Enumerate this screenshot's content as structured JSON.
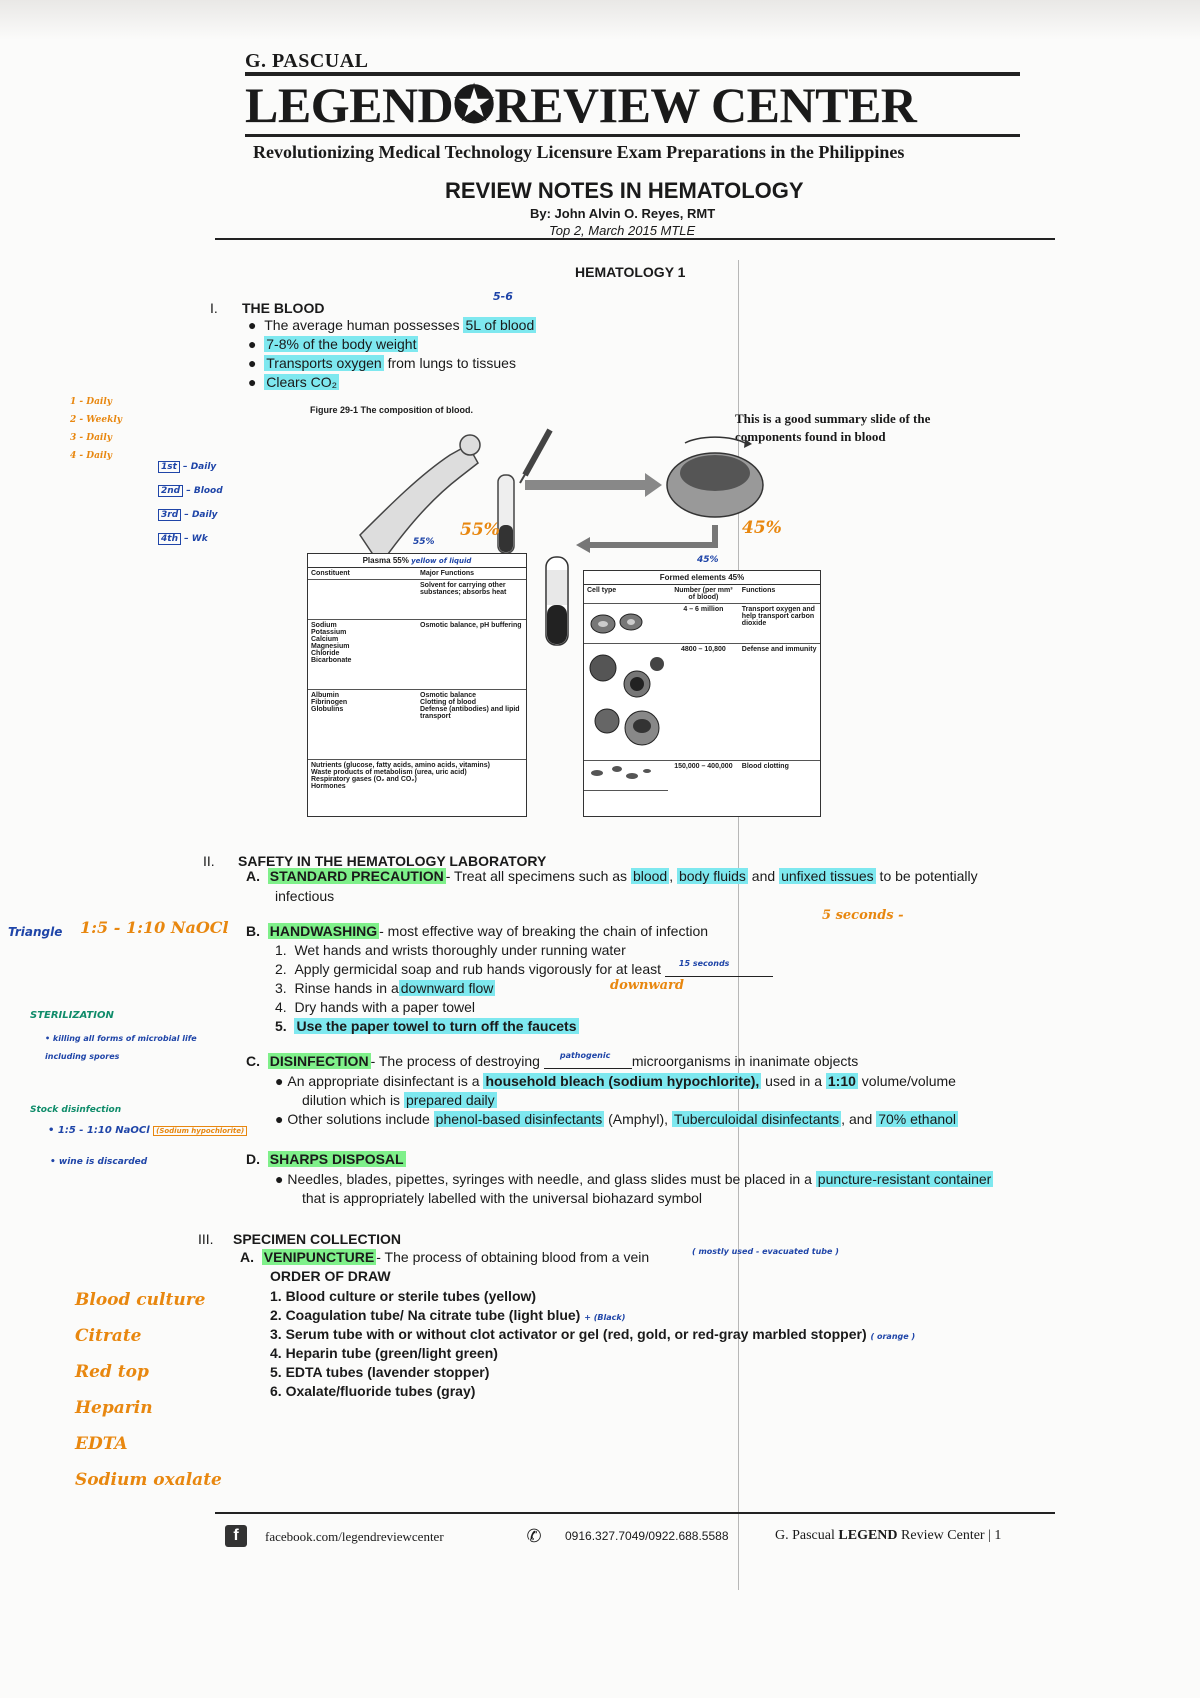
{
  "header": {
    "brand_small": "G. PASCUAL",
    "brand_big": "LEGEND✪REVIEW CENTER",
    "tagline": "Revolutionizing Medical Technology Licensure Exam Preparations in the Philippines"
  },
  "doc": {
    "title": "REVIEW NOTES IN HEMATOLOGY",
    "author": "By: John Alvin O. Reyes, RMT",
    "rank": "Top 2, March 2015 MTLE",
    "subtitle": "HEMATOLOGY 1"
  },
  "s1": {
    "num": "I.",
    "title": "THE BLOOD",
    "b1_pre": "The average human possesses ",
    "b1_hl": "5L of blood",
    "b2_hl": "7-8% of the body weight",
    "b3_hl": "Transports oxygen",
    "b3_post": " from lungs to tissues",
    "b4_hl": "Clears CO₂"
  },
  "figure": {
    "caption": "Figure 29-1 The composition of blood.",
    "note": "This is a good summary slide of the components found in blood",
    "plasma_title": "Plasma 55%",
    "plasma_headers": [
      "Constituent",
      "Major Functions"
    ],
    "plasma_rows": [
      [
        "",
        "Solvent for carrying other substances; absorbs heat"
      ],
      [
        "Sodium\nPotassium\nCalcium\nMagnesium\nChloride\nBicarbonate",
        "Osmotic balance, pH buffering"
      ],
      [
        "Albumin\nFibrinogen\nGlobulins",
        "Osmotic balance\nClotting of blood\nDefense (antibodies) and lipid transport"
      ],
      [
        "Nutrients (glucose, fatty acids, amino acids, vitamins)\nWaste products of metabolism (urea, uric acid)\nRespiratory gases (O₂ and CO₂)\nHormones",
        ""
      ]
    ],
    "formed_title": "Formed elements 45%",
    "formed_headers": [
      "Cell type",
      "Number (per mm³ of blood)",
      "Functions"
    ],
    "formed_rows": [
      [
        "",
        "4 – 6 million",
        "Transport oxygen and help transport carbon dioxide"
      ],
      [
        "",
        "4800 – 10,800",
        "Defense and immunity"
      ],
      [
        "",
        "150,000 – 400,000",
        "Blood clotting"
      ]
    ]
  },
  "s2": {
    "num": "II.",
    "title": "SAFETY IN THE HEMATOLOGY LABORATORY",
    "a_letter": "A.",
    "a_term": "STANDARD PRECAUTION",
    "a_text1": "- Treat all specimens such as ",
    "a_hl1": "blood",
    "a_sep1": ", ",
    "a_hl2": "body fluids",
    "a_sep2": " and ",
    "a_hl3": "unfixed tissues",
    "a_text2": " to be potentially",
    "a_text3": "infectious",
    "b_letter": "B.",
    "b_term": "HANDWASHING",
    "b_text": "- most effective way of breaking the chain of infection",
    "b_steps": [
      {
        "n": "1.",
        "t": "Wet hands and wrists thoroughly under running water"
      },
      {
        "n": "2.",
        "t": "Apply germicidal soap and rub hands vigorously for at least"
      },
      {
        "n": "3.",
        "t": "Rinse hands in a",
        "hl": "downward flow"
      },
      {
        "n": "4.",
        "t": "Dry hands with a paper towel"
      },
      {
        "n": "5.",
        "hl": "Use the paper towel to turn off the faucets"
      }
    ],
    "c_letter": "C.",
    "c_term": "DISINFECTION",
    "c_text1": "- The process of destroying ",
    "c_text2": "microorganisms in inanimate objects",
    "c_b1_pre": "An appropriate disinfectant is a ",
    "c_b1_hl": "household bleach (sodium hypochlorite),",
    "c_b1_mid": " used in a ",
    "c_b1_hl2": "1:10",
    "c_b1_post": " volume/volume",
    "c_b1_line2_pre": "dilution which is ",
    "c_b1_line2_hl": "prepared daily",
    "c_b2_pre": "Other solutions include ",
    "c_b2_hl1": "phenol-based disinfectants",
    "c_b2_mid1": " (Amphyl), ",
    "c_b2_hl2": "Tuberculoidal disinfectants",
    "c_b2_mid2": ", and ",
    "c_b2_hl3": "70% ethanol",
    "d_letter": "D.",
    "d_term": "SHARPS DISPOSAL",
    "d_b1_pre": "Needles, blades, pipettes, syringes with needle, and glass slides must be placed in a ",
    "d_b1_hl": "puncture-resistant container",
    "d_b1_line2": "that is appropriately labelled with the universal biohazard symbol"
  },
  "s3": {
    "num": "III.",
    "title": "SPECIMEN COLLECTION",
    "a_letter": "A.",
    "a_term": "VENIPUNCTURE",
    "a_text": "- The process of obtaining blood from a vein",
    "order_title": "ORDER OF DRAW",
    "order": [
      "1. Blood culture or sterile tubes (yellow)",
      "2. Coagulation tube/ Na citrate tube (light blue)",
      "3. Serum tube with or without clot activator or gel (red, gold, or red-gray marbled stopper)",
      "4. Heparin tube (green/light green)",
      "5. EDTA tubes (lavender stopper)",
      "6. Oxalate/fluoride tubes (gray)"
    ]
  },
  "footer": {
    "facebook": "facebook.com/legendreviewcenter",
    "phone": "0916.327.7049/0922.688.5588",
    "center_pre": "G. Pascual ",
    "center_bold": "LEGEND",
    "center_post": " Review Center | 1"
  },
  "handwriting": {
    "n_56": "5-6",
    "n_55": "55%",
    "n_45": "45%",
    "n_plasma_pct": "55%",
    "n_formed_pct": "45%",
    "plasma_note": "yellow of liquid",
    "five_seconds": "5 seconds -",
    "min15": "15 seconds",
    "downward": "downward",
    "pathogenic": "pathogenic",
    "dilution": "1:5 - 1:10 NaOCl",
    "sterilization": "STERILIZATION",
    "steril_note": "• killing all forms of microbial life including spores",
    "sterile_in": "Stock disinfection",
    "ratio_note": "• 1:5 - 1:10 NaOCl",
    "ratio_hl": "(Sodium hypochlorite)",
    "wine_note": "• wine is discarded",
    "left_list": [
      "1 - Daily",
      "2 - Weekly",
      "3 - Daily",
      "4 - Daily"
    ],
    "boxes": [
      "1st",
      "2nd",
      "3rd",
      "4th"
    ],
    "box_labels": [
      "Daily",
      "Blood",
      "Daily",
      "Wk"
    ],
    "venip_note": "( mostly used - evacuated tube )",
    "light_blue_note": "+ (Black)",
    "serum_note": "( orange )",
    "left_order": [
      "Blood culture",
      "Citrate",
      "Red top",
      "Heparin",
      "EDTA",
      "Sodium oxalate"
    ],
    "margin_note": "Triangle"
  }
}
